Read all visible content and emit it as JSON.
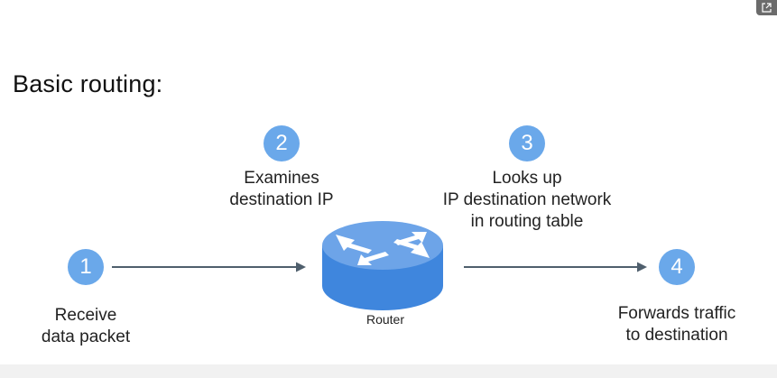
{
  "title": "Basic routing:",
  "steps": [
    {
      "number": "1",
      "label": "Receive\ndata packet"
    },
    {
      "number": "2",
      "label": "Examines\ndestination IP"
    },
    {
      "number": "3",
      "label": "Looks up\nIP destination network\nin routing table"
    },
    {
      "number": "4",
      "label": "Forwards traffic\nto destination"
    }
  ],
  "router": {
    "label": "Router"
  },
  "colors": {
    "badge": "#6aa8ea",
    "router_top": "#6da4e8",
    "router_side": "#3f86dd",
    "arrow": "#4f5f6d"
  },
  "toolbar": {
    "open_external_icon": "open-in-new-icon"
  }
}
